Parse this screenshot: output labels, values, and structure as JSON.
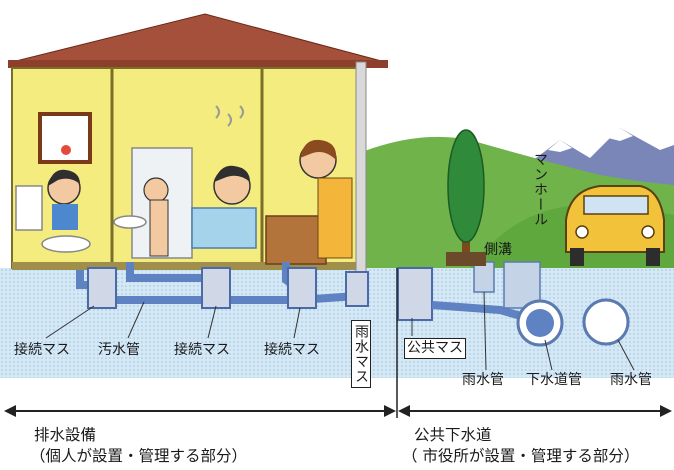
{
  "labels": {
    "setsuzoku_masu_1": "接続マス",
    "osuikan": "汚水管",
    "setsuzoku_masu_2": "接続マス",
    "setsuzoku_masu_3": "接続マス",
    "usui_masu": "雨水マス",
    "koukyou_masu": "公共マス",
    "usuikan_1": "雨水管",
    "gesuidoukan": "下水道管",
    "usuikan_2": "雨水管",
    "sokkou": "側溝",
    "manhole": "マンホール"
  },
  "sections": {
    "private_title": "排水設備",
    "private_note": "（個人が設置・管理する部分）",
    "public_title": "公共下水道",
    "public_note": "（ 市役所が設置・管理する部分）"
  },
  "colors": {
    "roof": "#a4503a",
    "wall": "#f4ec7e",
    "pipe": "#5e82c2",
    "hill": "#6fb34a",
    "ground": "#b3d6f0",
    "car": "#f2c33a"
  }
}
